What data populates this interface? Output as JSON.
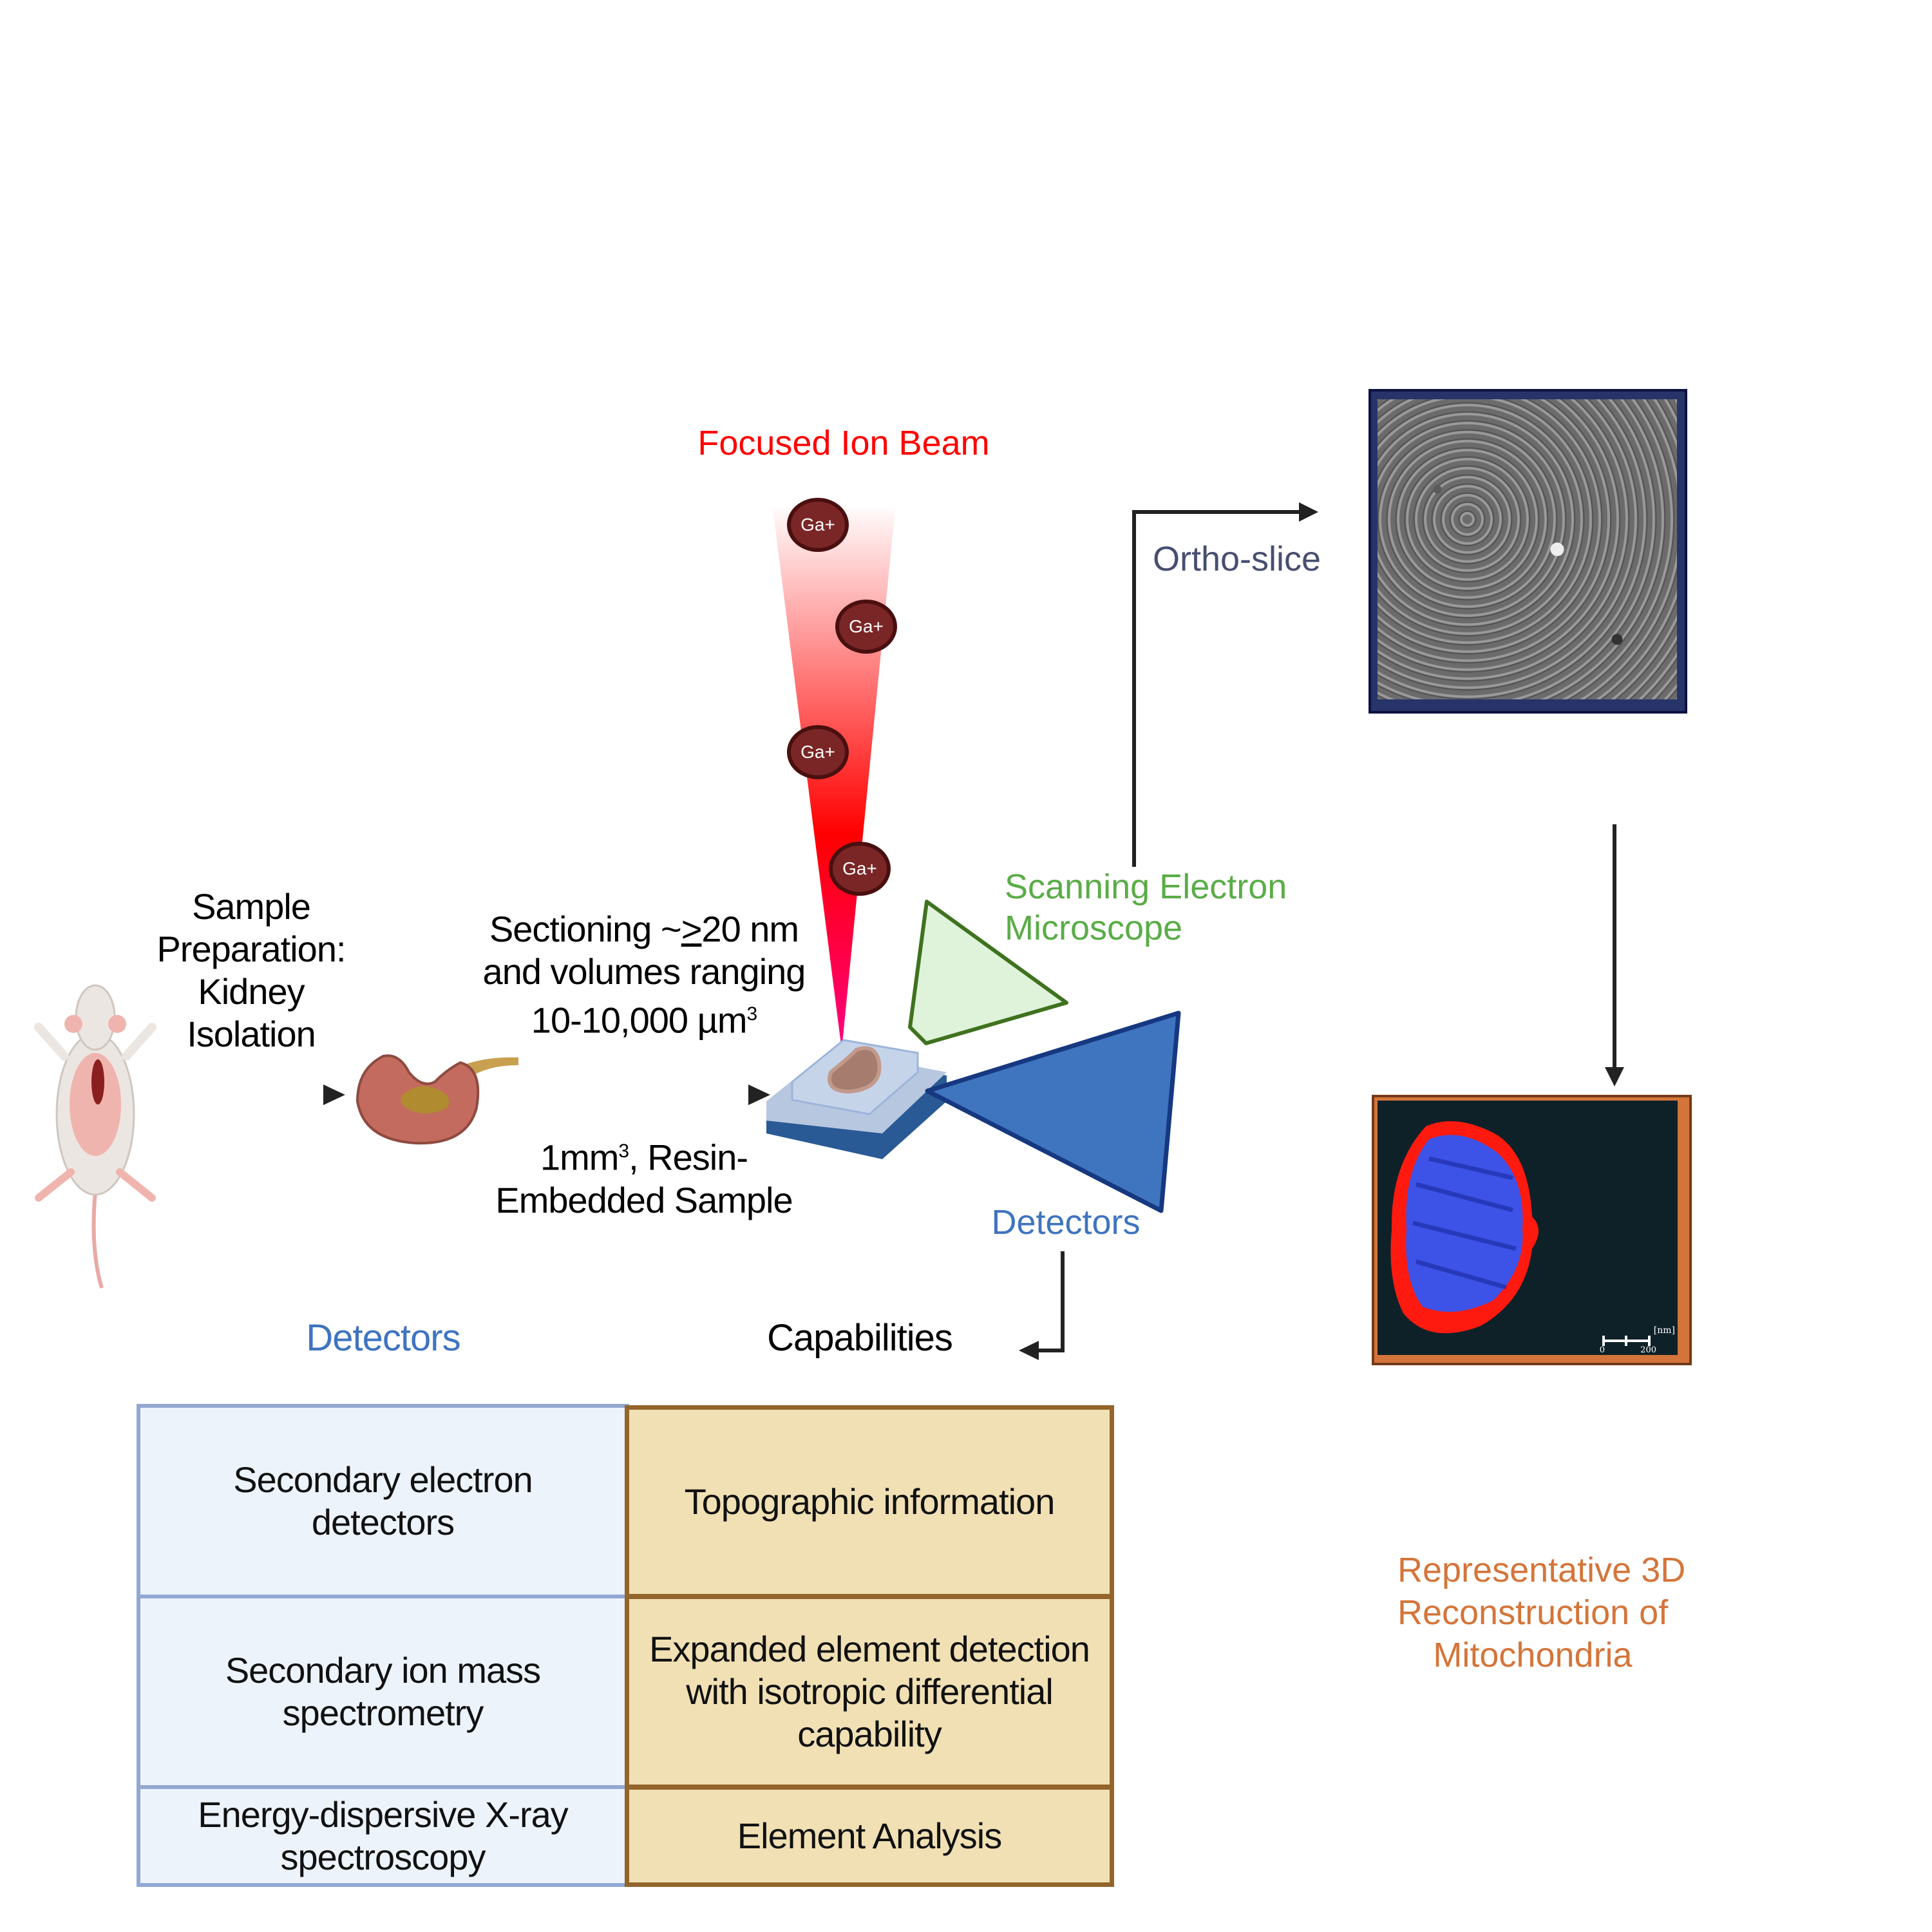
{
  "title": {
    "fib": "Focused Ion Beam",
    "sem_line1": "Scanning Electron",
    "sem_line2": "Microscope",
    "detectors_label": "Detectors",
    "ortho_slice": "Ortho-slice",
    "reconstruction_line1": "Representative 3D",
    "reconstruction_line2": "Reconstruction of",
    "reconstruction_line3": "Mitochondria"
  },
  "steps": {
    "sample_prep": [
      "Sample",
      "Preparation:",
      "Kidney",
      "Isolation"
    ],
    "sectioning_line1_pre": "Sectioning ~",
    "sectioning_line1_sym": ">",
    "sectioning_line1_post": "20 nm",
    "sectioning_line2": "and volumes ranging",
    "sectioning_line3": "10-10,000 µm",
    "sectioning_sup": "3",
    "sample_line1_pre": "1mm",
    "sample_sup": "3",
    "sample_line1_post": ", Resin-",
    "sample_line2": "Embedded Sample"
  },
  "ions": [
    "Ga+",
    "Ga+",
    "Ga+",
    "Ga+"
  ],
  "table": {
    "headers": {
      "detectors": "Detectors",
      "capabilities": "Capabilities"
    },
    "rows": [
      {
        "detector": "Secondary electron detectors",
        "capability": "Topographic information"
      },
      {
        "detector": "Secondary ion mass spectrometry",
        "capability": "Expanded element detection with isotropic differential capability"
      },
      {
        "detector": "Energy-dispersive X-ray spectroscopy",
        "capability": "Element Analysis"
      }
    ]
  },
  "scale_bar": {
    "unit": "[nm]",
    "start": "0",
    "end": "200"
  },
  "colors": {
    "fib_red": "#ff0000",
    "sem_green": "#5aac47",
    "detector_blue": "#3f74bf",
    "ortho_text": "#474e6f",
    "recon_orange": "#d4753a",
    "em_frame": "#27346a",
    "recon_frame": "#d3753a",
    "ion_fill": "#7a2626"
  }
}
